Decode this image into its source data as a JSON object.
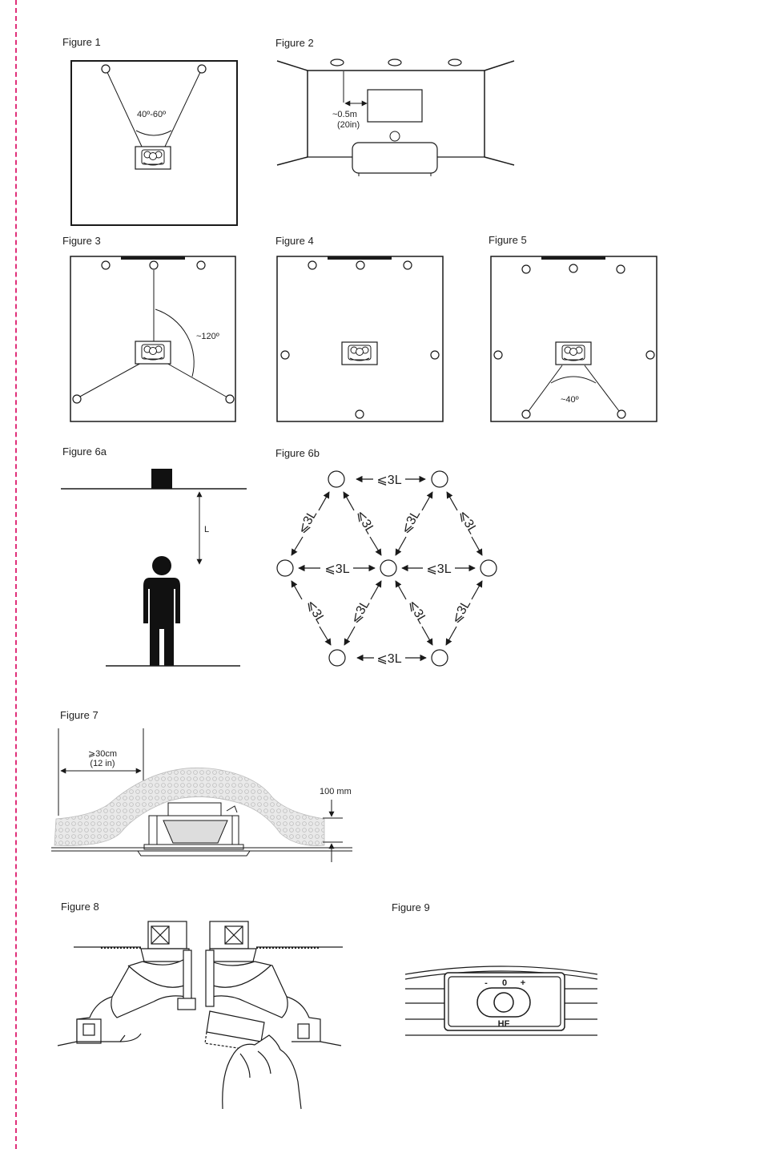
{
  "figures": {
    "fig1": {
      "label": "Figure 1",
      "angle": "40º-60º"
    },
    "fig2": {
      "label": "Figure 2",
      "distance_metric": "~0.5m",
      "distance_imperial": "(20in)"
    },
    "fig3": {
      "label": "Figure 3",
      "angle": "~120º"
    },
    "fig4": {
      "label": "Figure 4"
    },
    "fig5": {
      "label": "Figure 5",
      "angle": "~40º"
    },
    "fig6a": {
      "label": "Figure 6a",
      "height": "L"
    },
    "fig6b": {
      "label": "Figure 6b",
      "spacing": "⩽3L"
    },
    "fig7": {
      "label": "Figure 7",
      "clearance_metric": "⩾30cm",
      "clearance_imperial": "(12 in)",
      "depth": "100 mm"
    },
    "fig8": {
      "label": "Figure 8"
    },
    "fig9": {
      "label": "Figure 9",
      "switch_minus": "-",
      "switch_zero": "0",
      "switch_plus": "+",
      "switch_name": "HF"
    }
  },
  "colors": {
    "margin_line": "#e0307a",
    "ink": "#1a1a1a"
  }
}
